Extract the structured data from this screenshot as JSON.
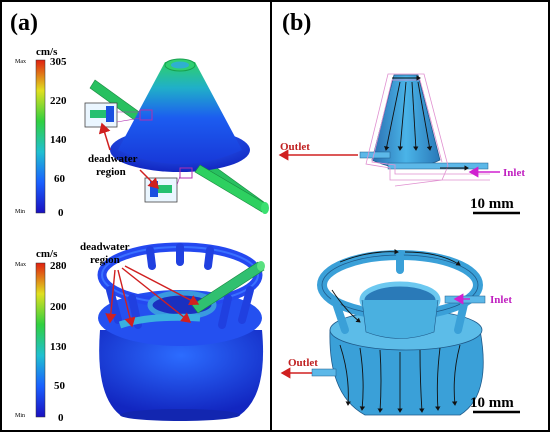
{
  "panel_a": {
    "label": "(a)",
    "top_scale": {
      "unit": "cm/s",
      "max_tag": "Max",
      "min_tag": "Min",
      "ticks": [
        "305",
        "220",
        "140",
        "60",
        "0"
      ]
    },
    "top_annotation": "deadwater region",
    "top_annotation_lines": [
      "deadwater",
      "region"
    ],
    "bottom_scale": {
      "unit": "cm/s",
      "max_tag": "Max",
      "min_tag": "Min",
      "ticks": [
        "280",
        "200",
        "130",
        "50",
        "0"
      ]
    },
    "bottom_annotation_lines": [
      "deadwater",
      "region"
    ]
  },
  "panel_b": {
    "label": "(b)",
    "top_outlet": "Outlet",
    "top_inlet": "Inlet",
    "top_scalebar": "10 mm",
    "bottom_outlet": "Outlet",
    "bottom_inlet": "Inlet",
    "bottom_scalebar": "10 mm"
  },
  "colors": {
    "velocity_low": "#1a3ee8",
    "velocity_mid": "#22c06a",
    "velocity_high": "#e03020",
    "flow_arrow_outlet": "#d02020",
    "flow_arrow_inlet": "#d020d0",
    "model_blue": "#3aa0d8"
  }
}
